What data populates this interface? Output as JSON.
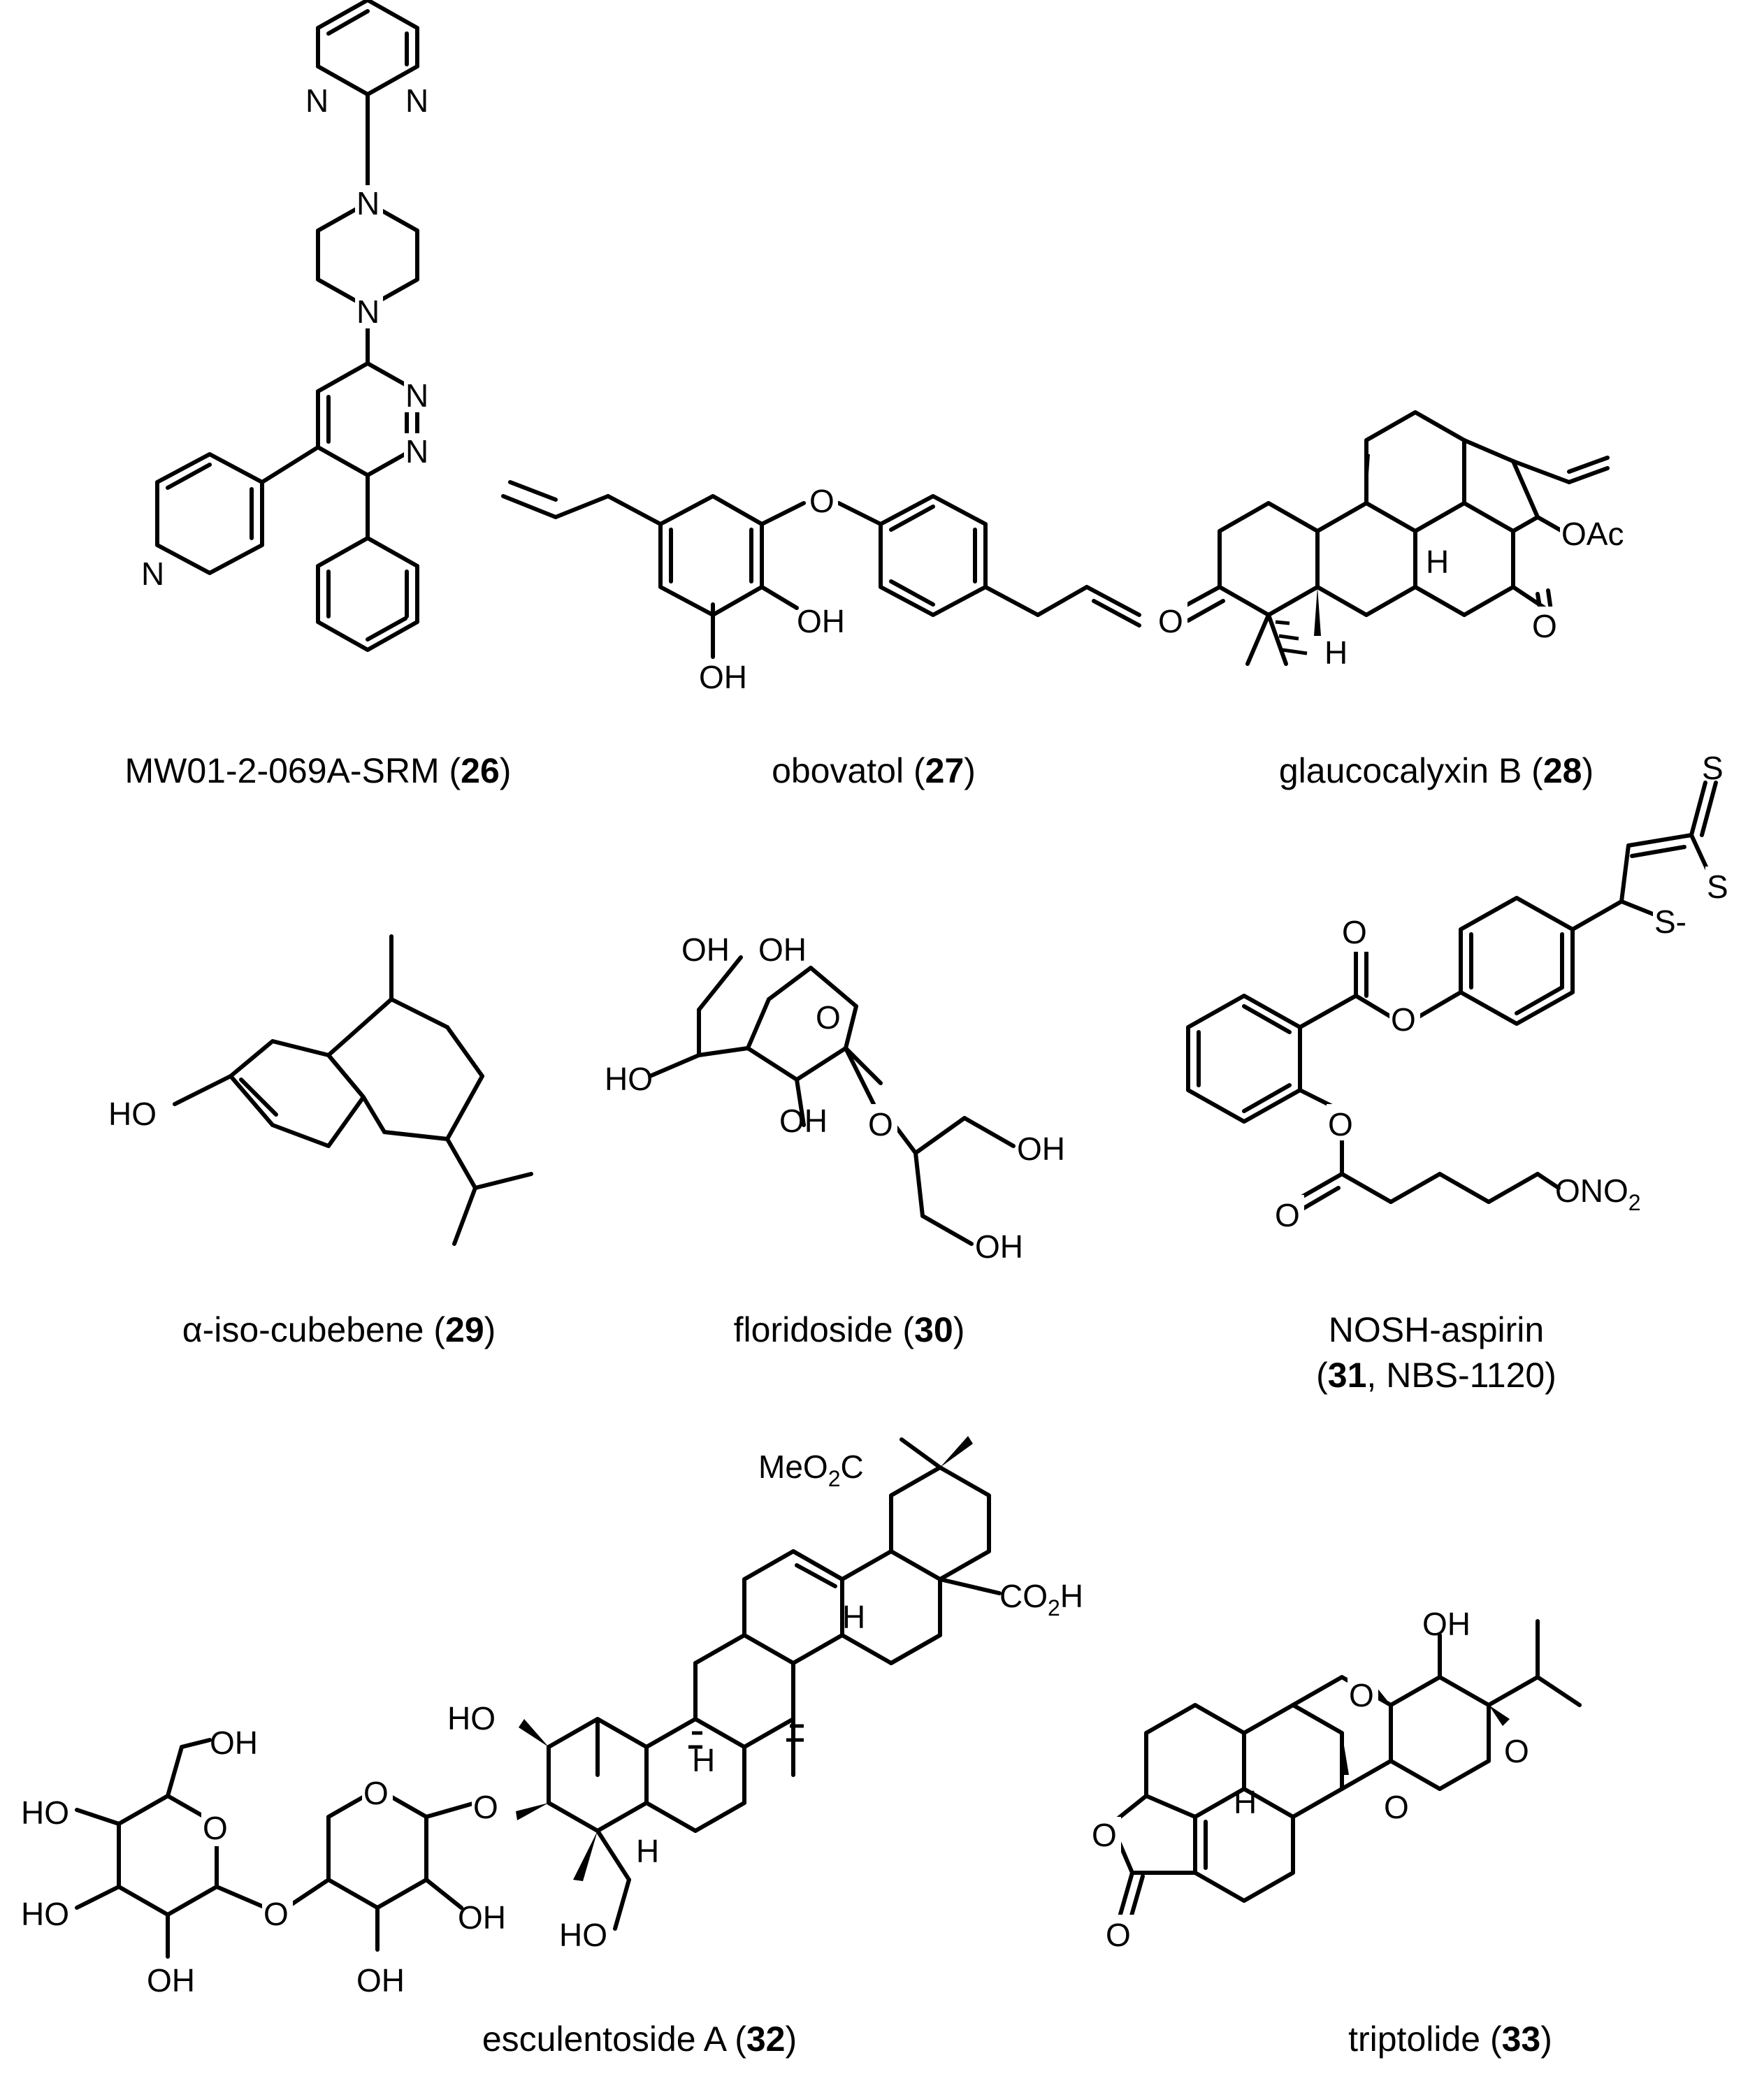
{
  "compounds": [
    {
      "id": "c26",
      "name": "MW01-2-069A-SRM (",
      "number": "26",
      "suffix": ")"
    },
    {
      "id": "c27",
      "name": "obovatol (",
      "number": "27",
      "suffix": ")"
    },
    {
      "id": "c28",
      "name": "glaucocalyxin B (",
      "number": "28",
      "suffix": ")"
    },
    {
      "id": "c29",
      "name": "α-iso-cubebene (",
      "number": "29",
      "suffix": ")"
    },
    {
      "id": "c30",
      "name": "floridoside (",
      "number": "30",
      "suffix": ")"
    },
    {
      "id": "c31",
      "name": "NOSH-aspirin",
      "line2_open": "(",
      "number": "31",
      "line2_rest": ", NBS-1120)"
    },
    {
      "id": "c32",
      "name": "esculentoside A (",
      "number": "32",
      "suffix": ")"
    },
    {
      "id": "c33",
      "name": "triptolide (",
      "number": "33",
      "suffix": ")"
    }
  ],
  "atom_labels": {
    "N": "N",
    "O": "O",
    "S": "S",
    "H": "H",
    "OH": "OH",
    "HO": "HO",
    "OAc": "OAc",
    "S_minus": "S-",
    "ONO": "ONO",
    "MeO": "MeO",
    "CO": "CO",
    "C": "C",
    "H_sub": "H",
    "two": "2"
  }
}
